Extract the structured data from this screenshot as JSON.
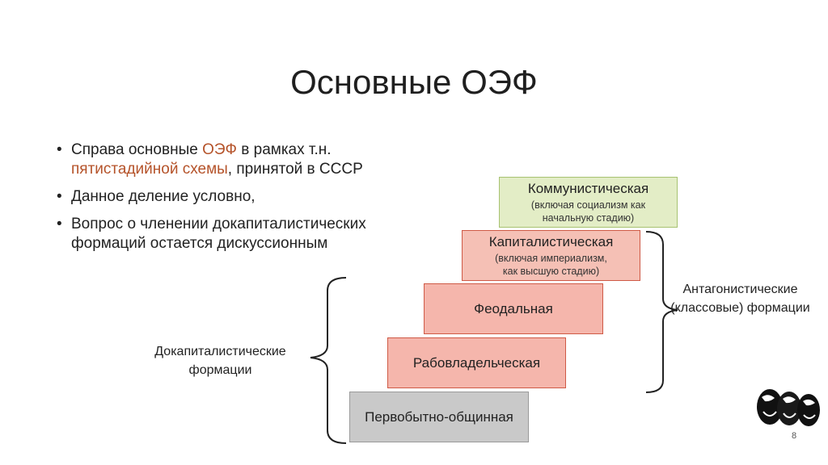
{
  "slide": {
    "title": "Основные ОЭФ",
    "page_number": "8"
  },
  "bullets": [
    {
      "pre": "Справа основные ",
      "accent1": "ОЭФ",
      "mid": " в рамках т.н. ",
      "accent2": "пятистадийной схемы",
      "post": ", принятой в СССР"
    },
    {
      "text": "Данное деление условно,"
    },
    {
      "text": "Вопрос о членении докапиталистических формаций остается дискуссионным"
    }
  ],
  "steps": {
    "communist": {
      "label": "Коммунистическая",
      "note": "(включая социализм как начальную стадию)"
    },
    "capitalist": {
      "label": "Капиталистическая",
      "note": "(включая империализм, как высшую стадию)"
    },
    "feudal": {
      "label": "Феодальная"
    },
    "slave": {
      "label": "Рабовладельческая"
    },
    "primitive": {
      "label": "Первобытно-общинная"
    }
  },
  "groups": {
    "precapitalist": "Докапиталистические формации",
    "antagonistic": "Антагонистические (классовые) формации"
  },
  "colors": {
    "communist_fill": "#e3edc6",
    "class_fill": "#f5b6ac",
    "primitive_fill": "#c9c9c9",
    "accent_text": "#b5532a"
  },
  "icons": {
    "portrait": "marx-engels-lenin-portrait-icon"
  }
}
